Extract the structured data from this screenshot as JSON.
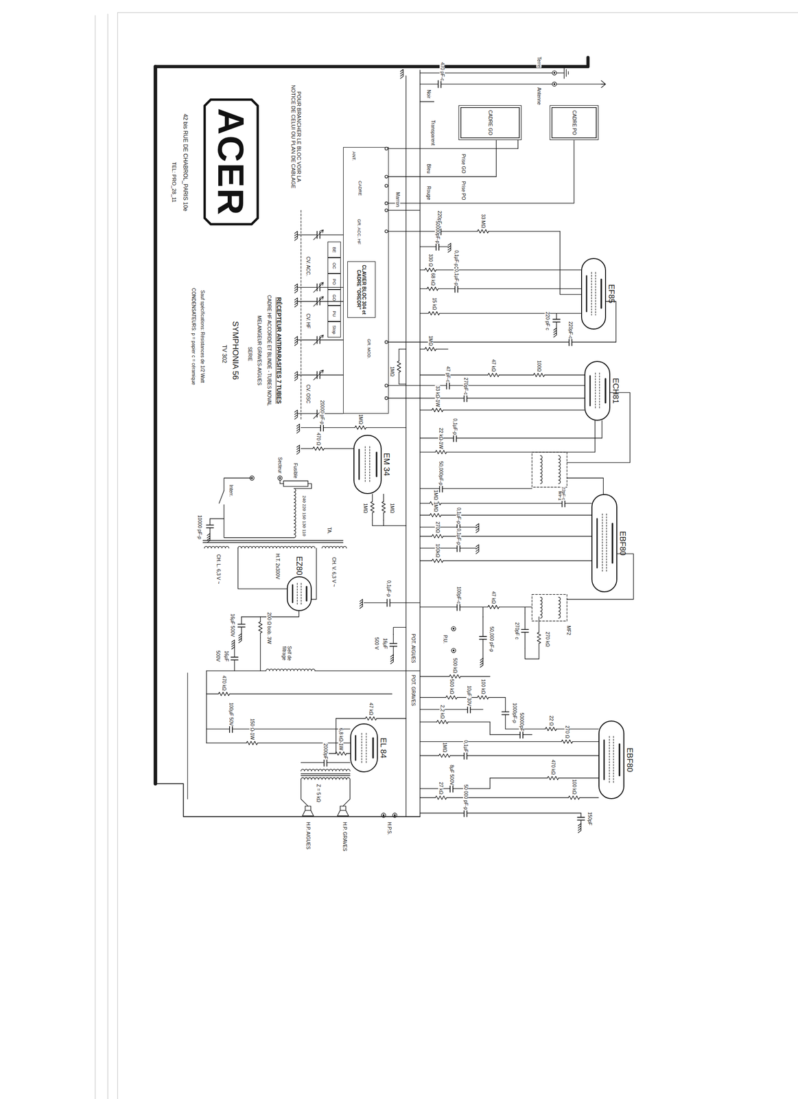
{
  "diagram": {
    "title": "RÉCEPTEUR ANTIPARASITES 7 TUBES",
    "nodes": [
      {
        "text": [
          "ACER"
        ]
      },
      {
        "text": [
          "CADRE GO"
        ]
      },
      {
        "text": [
          "CADRE PO"
        ]
      },
      {
        "text": [
          "ANT.",
          "CADRE",
          "GR. ACC. HF",
          "GR. MOD."
        ]
      },
      {
        "text": [
          "CLAVIER BLOC 304 et CADRE \"OREOR\""
        ],
        "in": 3
      },
      {
        "text": [
          "BE"
        ]
      },
      {
        "text": [
          "OC"
        ]
      },
      {
        "text": [
          "PO"
        ]
      },
      {
        "text": [
          "GO"
        ]
      },
      {
        "text": [
          "PU"
        ]
      },
      {
        "text": [
          "Stop"
        ]
      },
      {
        "text": [
          "EF85"
        ]
      },
      {
        "text": [
          "ECH81"
        ]
      },
      {
        "text": [
          "EM 34"
        ]
      },
      {
        "text": [
          "EBF80"
        ]
      },
      {
        "text": [
          "EZ80"
        ]
      },
      {
        "text": [
          "EBF80"
        ]
      },
      {
        "text": [
          "EL 84"
        ]
      }
    ],
    "edges": [
      {
        "from": 1,
        "to": 3,
        "arrow": "none",
        "label": "Prise GO"
      },
      {
        "from": 2,
        "to": 3,
        "arrow": "none",
        "label": "Prise PO"
      }
    ],
    "labels": [
      "Terre",
      "Antenne",
      "470 pF-c",
      "Noir",
      "POUR BRANCHER LE BLOC VOIR LA NOTICE DE CELUI OU PLAN DE CABLAGE",
      "42 bis RUE DE CHABROL_PARIS 10e",
      "TEL: PRO_28_11",
      "Transparent",
      "Bleu",
      "Rouge",
      "Marron",
      "220pF-c",
      "33 MΩ",
      "50000pF-p",
      "330 Ω",
      "0,1µF-p",
      "68 kΩ",
      "0,1µF-p",
      "15 kΩ",
      "220 pF c",
      "220pF-c",
      "CV. ACC.",
      "CV. HF",
      "CV. OSC",
      "1MΩ",
      "1MΩ",
      "47 kΩ",
      "100Ω",
      "47 pF-c",
      "270pF-c",
      "33 kΩ-1W",
      "0,1µF-p",
      "22 kΩ-1W",
      "20000 pF-p",
      "1MΩ",
      "470 Ω",
      "1MΩ",
      "1MΩ",
      "MF1",
      "50,000pF-p",
      "1MΩ",
      "1MΩ",
      "0,1µF-p",
      "270Ω",
      "0,1µF-p",
      "100kΩ",
      "22pF-c",
      "Secteur",
      "Fusible",
      "Interr.",
      "10000 pF-p",
      "110",
      "130",
      "150",
      "220",
      "240",
      "TA.",
      "CH. V. 6,3 V ~",
      "H.T. 2x300V",
      "CH. L. 6,3 V ~",
      "16µF 500V",
      "200 Ω bob. 3W",
      "Self de filtrage",
      "16µF",
      "500V",
      "0,1µF-p",
      "16µF",
      "500 V",
      "100pF-c",
      "47 kΩ",
      "MF2",
      "P.U.",
      "50,000 pF-p",
      "270pF c",
      "270 kΩ",
      "POT. AIGUES",
      "500 kΩ",
      "500 kΩ",
      "POT. GRAVES",
      "100 kΩ",
      "1000pF-p",
      "10µF 30V",
      "2,2 kΩ",
      "22 Ω",
      "50000pF",
      "270 Ω",
      "1MΩ",
      "0,1µF",
      "470 kΩ",
      "8µF 500V",
      "27 kΩ",
      "100 kΩ",
      "50 000 pF-p",
      "150pF",
      "47 kΩ",
      "470 kΩ",
      "100µF 50V",
      "150 Ω-1W",
      "6,8 kΩ-1W",
      "2000pF",
      "Z = 5 kΩ",
      "H.P. AIGUES",
      "H.P. GRAVES",
      "H.P.S.",
      "Sauf spécifications: Résistances de 1/2 Watt",
      "CONDENSATEURS: p = papier c = céramique",
      "CADRE HF ACCORDÉ ET BLINDÉ - TUBES NOVAL",
      "MELANGEUR GRAVES-AIGUES",
      "SERIE",
      "SYMPHONIA 56",
      "TV 302"
    ]
  }
}
